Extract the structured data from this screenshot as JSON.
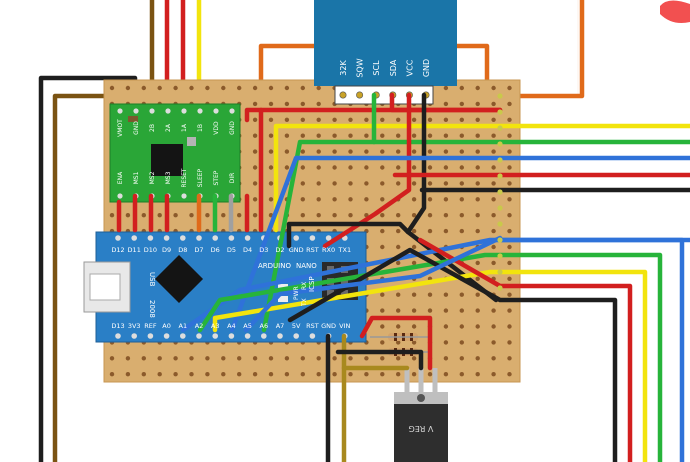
{
  "colors": {
    "board": "#d9ae6f",
    "board_edge": "#c79652",
    "hole": "#8b5a2b",
    "driver": "#2aa637",
    "nano": "#2a7fc6",
    "display": "#1a75a8",
    "regulator": "#2e2e2e",
    "wire_red": "#d21f1f",
    "wire_black": "#1e1e1e",
    "wire_green": "#27b43a",
    "wire_yellow": "#f2e40d",
    "wire_blue": "#2f72d9",
    "wire_orange": "#e06a1a",
    "wire_brown": "#7a5312",
    "wire_darkyellow": "#a8891e",
    "indicator": "#f25050"
  },
  "display": {
    "pins": [
      "32K",
      "SQW",
      "SCL",
      "SDA",
      "VCC",
      "GND"
    ]
  },
  "driver": {
    "top_pins": [
      "VMOT",
      "GND",
      "2B",
      "2A",
      "1A",
      "1B",
      "VDD",
      "GND"
    ],
    "bottom_pins": [
      "ENA",
      "MS1",
      "MS2",
      "MS3",
      "RESET",
      "SLEEP",
      "STEP",
      "DIR"
    ]
  },
  "nano": {
    "top_pins": [
      "D12",
      "D11",
      "D10",
      "D9",
      "D8",
      "D7",
      "D6",
      "D5",
      "D4",
      "D3",
      "D2",
      "GND",
      "RST",
      "RX0",
      "TX1"
    ],
    "bottom_pins": [
      "D13",
      "3V3",
      "REF",
      "A0",
      "A1",
      "A2",
      "A3",
      "A4",
      "A5",
      "A6",
      "A7",
      "5V",
      "RST",
      "GND",
      "VIN"
    ],
    "label_usb": "USB",
    "label_board": "ARDUINO",
    "label_nano": "NANO",
    "label_icsp": "ICSP",
    "label_rx": "RX",
    "label_tx": "TX",
    "label_pwr": "PWR",
    "label_year": "2008"
  },
  "regulator": {
    "label": "V REG"
  }
}
